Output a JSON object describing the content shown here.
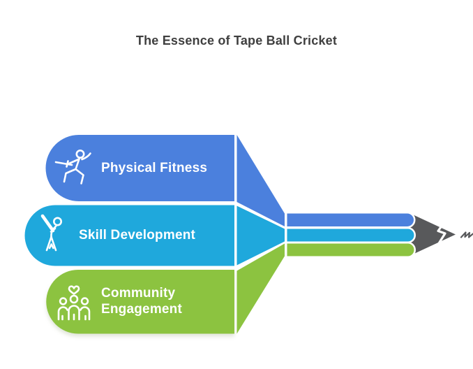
{
  "title": "The Essence of Tape Ball Cricket",
  "colors": {
    "background": "#ffffff",
    "title_text": "#3f3f3f",
    "label_text": "#ffffff",
    "blue": "#4b80dd",
    "cyan": "#1fa8dc",
    "green": "#8cc340",
    "pencil_gray": "#58595b",
    "divider_white": "#ffffff"
  },
  "items": [
    {
      "label": "Physical Fitness",
      "icon": "fencer-icon",
      "color": "#4b80dd"
    },
    {
      "label": "Skill Development",
      "icon": "batter-icon",
      "color": "#1fa8dc"
    },
    {
      "label": "Community Engagement",
      "icon": "community-icon",
      "color": "#8cc340"
    }
  ]
}
